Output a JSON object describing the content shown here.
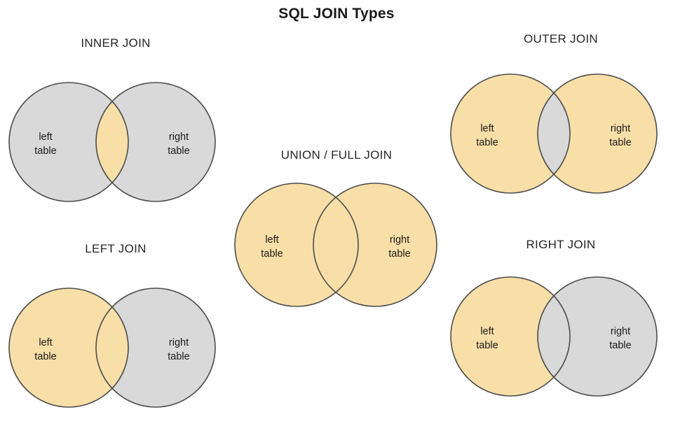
{
  "title": "SQL JOIN Types",
  "colors": {
    "highlight": "#F8DFA8",
    "muted": "#D9D9D9",
    "stroke": "#4D4D4D",
    "text": "#1A1A1A",
    "background": "#FFFFFF"
  },
  "labels": {
    "left_table": "left\ntable",
    "left_table_line1": "left",
    "left_table_line2": "table",
    "right_table_line1": "right",
    "right_table_line2": "table"
  },
  "diagrams": [
    {
      "id": "inner",
      "title": "INNER JOIN",
      "left_label_line1": "left",
      "left_label_line2": "table",
      "right_label_line1": "right",
      "right_label_line2": "table",
      "fills": {
        "left_only": "#D9D9D9",
        "intersection": "#F8DFA8",
        "right_only": "#D9D9D9"
      }
    },
    {
      "id": "left",
      "title": "LEFT JOIN",
      "left_label_line1": "left",
      "left_label_line2": "table",
      "right_label_line1": "right",
      "right_label_line2": "table",
      "fills": {
        "left_only": "#F8DFA8",
        "intersection": "#F8DFA8",
        "right_only": "#D9D9D9"
      }
    },
    {
      "id": "union",
      "title": "UNION / FULL JOIN",
      "left_label_line1": "left",
      "left_label_line2": "table",
      "right_label_line1": "right",
      "right_label_line2": "table",
      "fills": {
        "left_only": "#F8DFA8",
        "intersection": "#F8DFA8",
        "right_only": "#F8DFA8"
      }
    },
    {
      "id": "outer",
      "title": "OUTER JOIN",
      "left_label_line1": "left",
      "left_label_line2": "table",
      "right_label_line1": "right",
      "right_label_line2": "table",
      "fills": {
        "left_only": "#F8DFA8",
        "intersection": "#D9D9D9",
        "right_only": "#F8DFA8"
      }
    },
    {
      "id": "right",
      "title": "RIGHT JOIN",
      "left_label_line1": "left",
      "left_label_line2": "table",
      "right_label_line1": "right",
      "right_label_line2": "table",
      "fills": {
        "left_only": "#F8DFA8",
        "intersection": "#D9D9D9",
        "right_only": "#D9D9D9"
      }
    }
  ]
}
